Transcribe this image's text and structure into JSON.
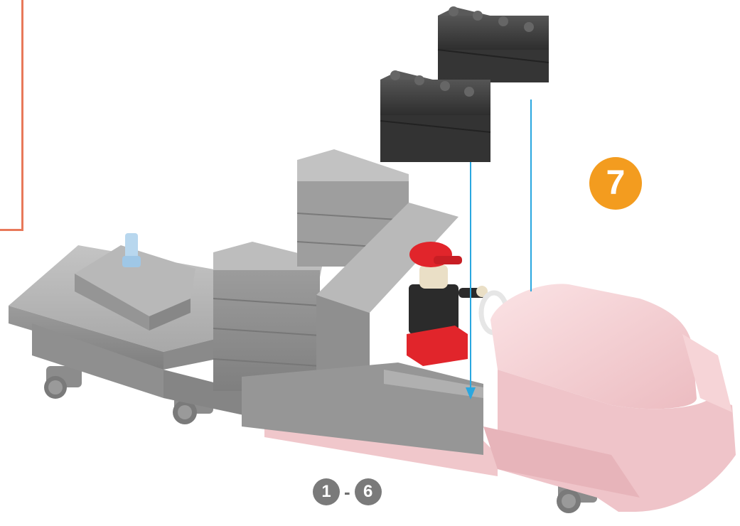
{
  "step": {
    "number": "7",
    "previous_range": {
      "from": "1",
      "separator": "-",
      "to": "6"
    }
  },
  "colors": {
    "frame": "#e8795a",
    "step_badge": "#f39c1f",
    "range_badge": "#7a7a7a",
    "arrow": "#2aa7e0",
    "new_bricks": "#3c3c3c",
    "model_gray": "#a9a9a9",
    "model_pink": "#f3cfd2",
    "minifig_red": "#e1252b"
  },
  "illustration": {
    "parts_to_add": [
      "dark-gray-brick-2x4",
      "dark-gray-brick-2x4"
    ],
    "model": "pink-vehicle-with-minifigure-driver"
  }
}
